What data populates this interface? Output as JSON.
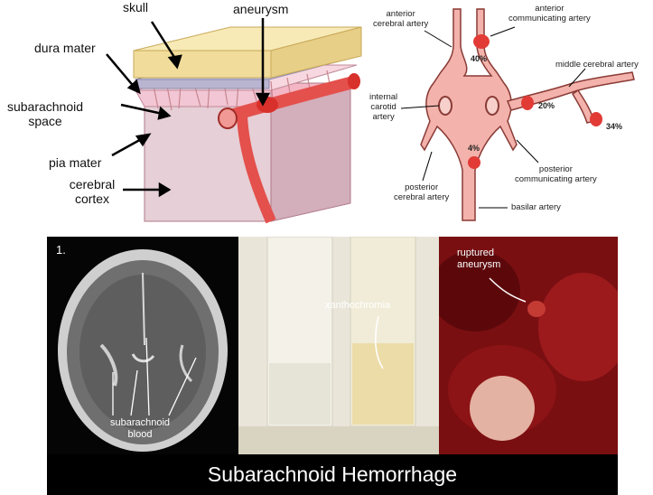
{
  "anatomy_labels": {
    "skull": "skull",
    "aneurysm": "aneurysm",
    "dura_mater": "dura mater",
    "subarachnoid_space": "subarachnoid\nspace",
    "pia_mater": "pia mater",
    "cerebral_cortex": "cerebral\ncortex"
  },
  "artery_labels": {
    "anterior_cerebral": "anterior\ncerebral artery",
    "anterior_communicating": "anterior\ncommunicating artery",
    "middle_cerebral": "middle cerebral artery",
    "internal_carotid": "internal\ncarotid\nartery",
    "posterior_communicating": "posterior\ncommunicating artery",
    "posterior_cerebral": "posterior\ncerebral artery",
    "basilar": "basilar artery"
  },
  "aneurysm_percentages": {
    "anterior_communicating": "40%",
    "posterior_communicating": "20%",
    "middle_cerebral": "34%",
    "basilar": "4%"
  },
  "photo_labels": {
    "ct_number": "1.",
    "ct_blood": "subarachnoid\nblood",
    "tube": "xanthochromia",
    "autopsy": "ruptured\naneurysm"
  },
  "caption": "Subarachnoid Hemorrhage",
  "colors": {
    "artery": "#f3b2ab",
    "artery_stroke": "#8a3b36",
    "aneurysm": "#e23b36",
    "skull": "#f1dc9b",
    "cortex": "#e7c9d0",
    "caption_bg": "#000000"
  }
}
